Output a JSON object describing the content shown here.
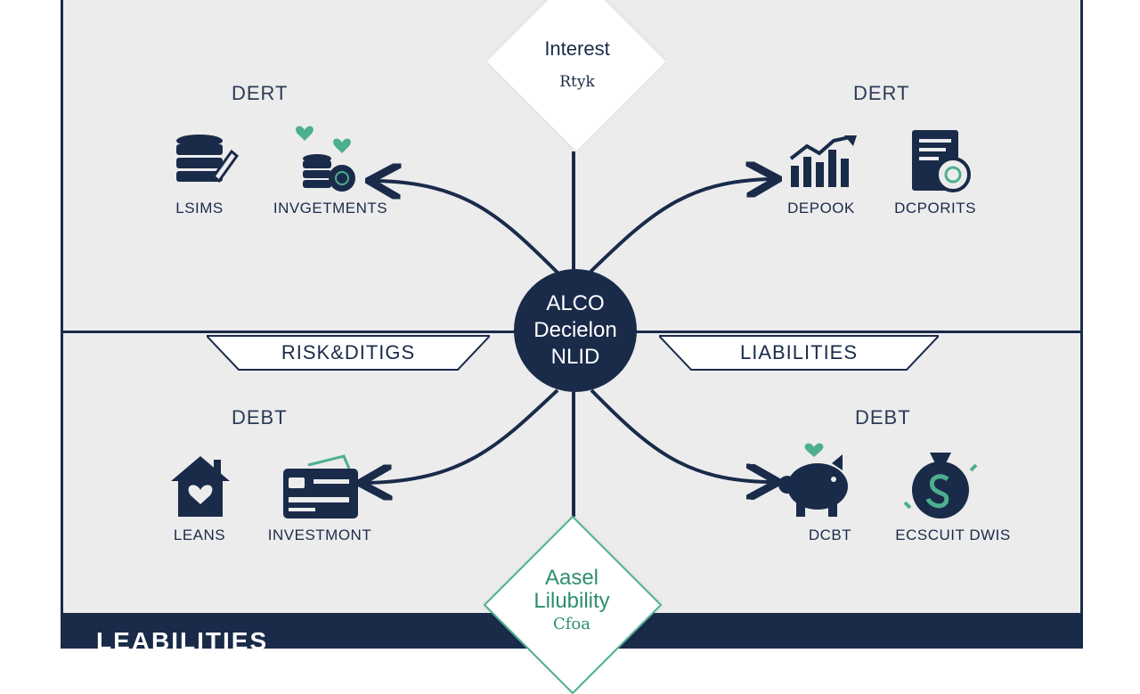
{
  "top_diamond": {
    "title": "Interest",
    "subtitle": "Rtyk"
  },
  "hub": {
    "line1": "ALCO",
    "line2": "Decielon",
    "line3": "NLID"
  },
  "banners": {
    "left": "RISK&DITIGS",
    "right": "LIABILITIES"
  },
  "quadrants": {
    "top_left": {
      "heading": "DERT",
      "items": [
        {
          "label": "LSIMS",
          "icon": "database-pencil-icon"
        },
        {
          "label": "INVGETMENTS",
          "icon": "coins-heart-icon"
        }
      ]
    },
    "top_right": {
      "heading": "DERT",
      "items": [
        {
          "label": "DEPOOK",
          "icon": "growth-chart-icon"
        },
        {
          "label": "DCPORITS",
          "icon": "document-gear-icon"
        }
      ]
    },
    "bottom_left": {
      "heading": "DEBT",
      "items": [
        {
          "label": "LEANS",
          "icon": "house-heart-icon"
        },
        {
          "label": "INVESTMONT",
          "icon": "credit-card-icon"
        }
      ]
    },
    "bottom_right": {
      "heading": "DEBT",
      "items": [
        {
          "label": "DCBT",
          "icon": "piggy-bank-icon"
        },
        {
          "label": "ECSCUIT DWIS",
          "icon": "money-bag-icon"
        }
      ]
    }
  },
  "bottom_diamond": {
    "line1": "Aasel",
    "line2": "Lilubility",
    "line3": "Cfoa"
  },
  "footer": {
    "text": "LEABILITIES"
  },
  "colors": {
    "navy": "#1a2b4a",
    "green": "#4caf8f",
    "background": "#ececed"
  }
}
